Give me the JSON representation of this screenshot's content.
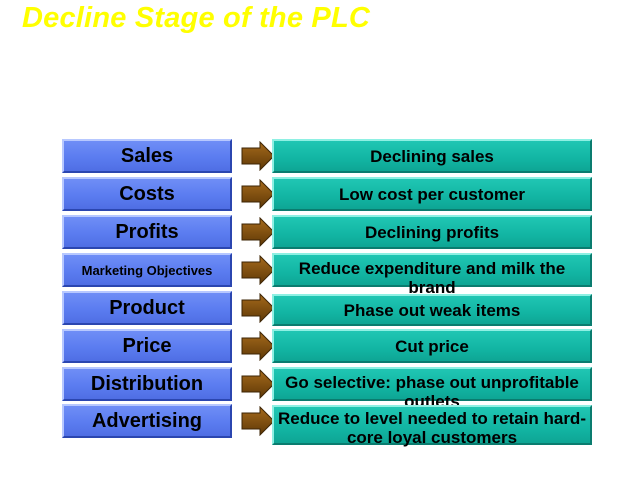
{
  "title": "Decline Stage of the PLC",
  "colors": {
    "title": "#ffff00",
    "left_box": "#5b7cf0",
    "right_box": "#12b5a3",
    "arrow": "#7a4a0c"
  },
  "rows": [
    {
      "label": "Sales",
      "value": "Declining sales"
    },
    {
      "label": "Costs",
      "value": "Low cost per customer"
    },
    {
      "label": "Profits",
      "value": "Declining profits"
    },
    {
      "label": "Marketing Objectives",
      "value": "Reduce expenditure and milk the brand"
    },
    {
      "label": "Product",
      "value": "Phase out weak items"
    },
    {
      "label": "Price",
      "value": "Cut price"
    },
    {
      "label": "Distribution",
      "value": "Go selective: phase out unprofitable outlets"
    },
    {
      "label": "Advertising",
      "value": "Reduce to level needed to retain hard-core loyal customers"
    }
  ]
}
